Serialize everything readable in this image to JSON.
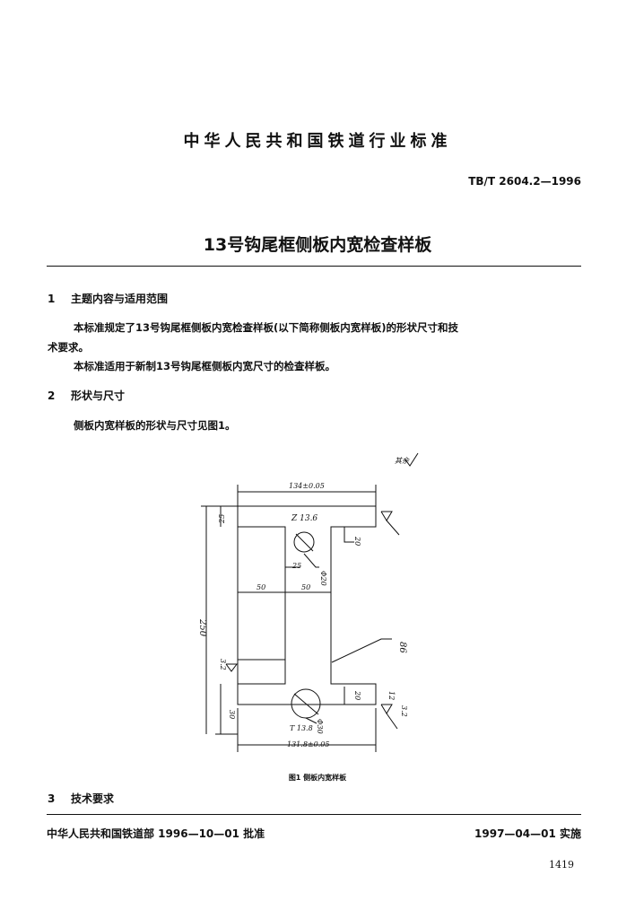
{
  "header": {
    "standard_title": "中华人民共和国铁道行业标准",
    "standard_number": "TB/T 2604.2—1996",
    "document_title": "13号钩尾框侧板内宽检查样板"
  },
  "sections": [
    {
      "number": "1",
      "heading": "主题内容与适用范围",
      "paragraphs": [
        "本标准规定了13号钩尾框侧板内宽检查样板(以下简称侧板内宽样板)的形状尺寸和技",
        "术要求。",
        "本标准适用于新制13号钩尾框侧板内宽尺寸的检查样板。"
      ]
    },
    {
      "number": "2",
      "heading": "形状与尺寸",
      "paragraphs": [
        "侧板内宽样板的形状与尺寸见图1。"
      ]
    },
    {
      "number": "3",
      "heading": "技术要求",
      "paragraphs": []
    }
  ],
  "figure": {
    "caption": "图1  侧板内宽样板",
    "corner_note": "其余",
    "dimensions": {
      "top_width": "134±0.05",
      "top_gauge": "Z 13.6",
      "bottom_width": "131.8±0.05",
      "bottom_gauge": "T 13.8",
      "overall_height": "250",
      "top_flange": "25",
      "bottom_flange": "30",
      "right_step_top": "20",
      "right_step_bottom": "20",
      "hole_top_dia": "Φ20",
      "hole_bottom_dia": "Φ30",
      "hole_offset": "25",
      "half_width_left": "50",
      "half_width_right": "50",
      "web_dim": "86",
      "roughness_top": "12",
      "roughness_left": "3.2",
      "roughness_right": "3.2"
    }
  },
  "footer": {
    "issuer": "中华人民共和国铁道部 1996—10—01 批准",
    "effective": "1997—04—01 实施",
    "page_number": "1419"
  }
}
